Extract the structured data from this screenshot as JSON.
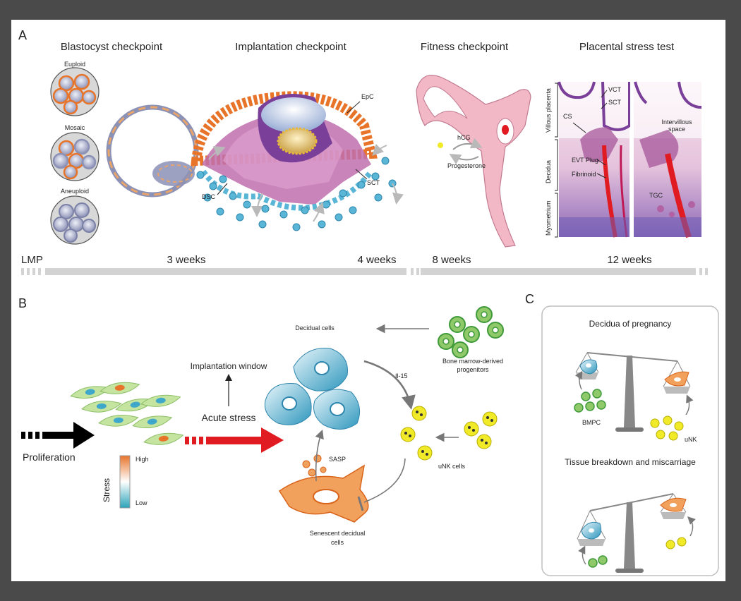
{
  "panels": {
    "a": "A",
    "b": "B",
    "c": "C"
  },
  "checkpoints": {
    "blastocyst": "Blastocyst checkpoint",
    "implantation": "Implantation checkpoint",
    "fitness": "Fitness checkpoint",
    "stress_test": "Placental stress test"
  },
  "blastocyst": {
    "euploid": "Euploid",
    "mosaic": "Mosaic",
    "aneuploid": "Aneuploid"
  },
  "implantation": {
    "epc": "EpC",
    "dsc": "DSC",
    "sct": "SCT"
  },
  "fitness": {
    "hcg": "hCG",
    "progesterone": "Progesterone"
  },
  "stress_test": {
    "vct": "VCT",
    "sct": "SCT",
    "cs": "CS",
    "villous_placenta": "Villous placenta",
    "decidua": "Decidua",
    "myometrium": "Myometrium",
    "evt_plug": "EVT Plug",
    "fibrinoid": "Fibrinoid",
    "intervillous_space": "Intervillous space",
    "tgc": "TGC"
  },
  "timeline": {
    "lmp": "LMP",
    "week3": "3 weeks",
    "week4": "4 weeks",
    "week8": "8 weeks",
    "week12": "12 weeks"
  },
  "panel_b": {
    "proliferation": "Proliferation",
    "stress": "Stress",
    "high": "High",
    "low": "Low",
    "implantation_window": "Implantation window",
    "acute_stress": "Acute stress",
    "decidual_cells": "Decidual cells",
    "bone_marrow": "Bone marrow-derived progenitors",
    "il15": "Il-15",
    "unk_cells": "uNK cells",
    "sasp": "SASP",
    "senescent": "Senescent decidual cells"
  },
  "panel_c": {
    "decidua_title": "Decidua of pregnancy",
    "bmpc": "BMPC",
    "unk": "uNK",
    "breakdown_title": "Tissue breakdown and miscarriage"
  },
  "colors": {
    "orange": "#e8742a",
    "blue": "#3fa7c9",
    "purple": "#7a3f98",
    "green": "#3f9a3a",
    "yellow": "#f0ea28",
    "red": "#e11b22",
    "pink": "#f2b8c6"
  }
}
